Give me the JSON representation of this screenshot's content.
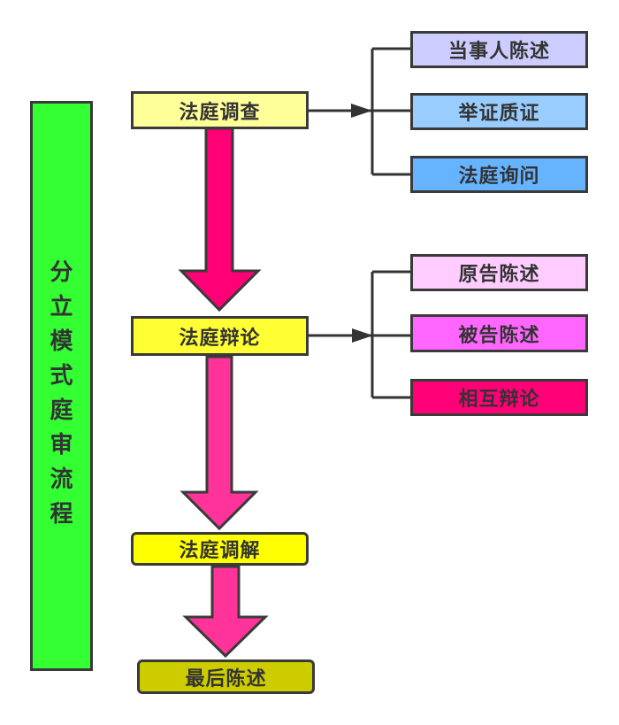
{
  "title": {
    "text": "分立模式庭审流程",
    "color": "#33ff33"
  },
  "stages": [
    {
      "label": "法庭调查",
      "color": "#ffff99"
    },
    {
      "label": "法庭辩论",
      "color": "#ffff33"
    },
    {
      "label": "法庭调解",
      "color": "#ffff00"
    },
    {
      "label": "最后陈述",
      "color": "#cccc00"
    }
  ],
  "branches": [
    {
      "from": "法庭调查",
      "items": [
        {
          "label": "当事人陈述",
          "color": "#ccccff"
        },
        {
          "label": "举证质证",
          "color": "#99ccff"
        },
        {
          "label": "法庭询问",
          "color": "#66b3ff"
        }
      ]
    },
    {
      "from": "法庭辩论",
      "items": [
        {
          "label": "原告陈述",
          "color": "#ffccff"
        },
        {
          "label": "被告陈述",
          "color": "#ff66ff"
        },
        {
          "label": "相互辩论",
          "color": "#ff0077"
        }
      ]
    }
  ],
  "arrow_colors": [
    "#ff0077",
    "#ff3399",
    "#ff3399"
  ]
}
